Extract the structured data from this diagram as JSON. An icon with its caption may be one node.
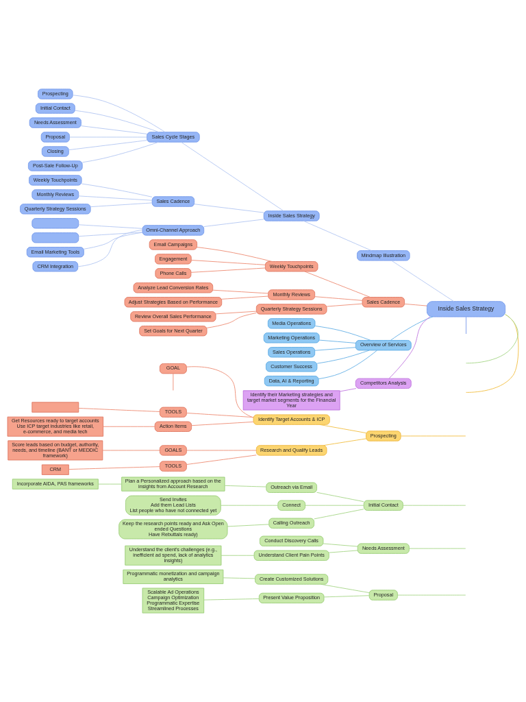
{
  "diagram": {
    "nodes": [
      {
        "text": [
          "Prospecting"
        ]
      },
      {
        "text": [
          "Initial Contact"
        ]
      },
      {
        "text": [
          "Needs Assessment"
        ]
      },
      {
        "text": [
          "Proposal"
        ]
      },
      {
        "text": [
          "Closing"
        ]
      },
      {
        "text": [
          "Post-Sale Follow-Up"
        ]
      },
      {
        "text": [
          "Sales Cycle Stages"
        ]
      },
      {
        "text": [
          "Inside Sales Strategy"
        ]
      },
      {
        "text": [
          "Mindmap Illustration"
        ]
      },
      {
        "text": [
          "Weekly Touchpoints"
        ]
      },
      {
        "text": [
          "Monthly Reviews"
        ]
      },
      {
        "text": [
          "Quarterly Strategy Sessions"
        ]
      },
      {
        "text": [
          "Sales Cadence"
        ]
      },
      {
        "text": [],
        "shape": "box"
      },
      {
        "text": [],
        "shape": "box"
      },
      {
        "text": [
          "Email Marketing Tools"
        ]
      },
      {
        "text": [
          "CRM Integration"
        ]
      },
      {
        "text": [
          "Omni-Channel Approach"
        ]
      },
      {
        "text": [
          "Email Campaigns"
        ]
      },
      {
        "text": [
          "Engagement"
        ]
      },
      {
        "text": [
          "Phone Calls"
        ]
      },
      {
        "text": [
          "Weekly Touchpoints"
        ]
      },
      {
        "text": [
          "Analyze Lead Conversion Rates"
        ]
      },
      {
        "text": [
          "Monthly Reviews"
        ]
      },
      {
        "text": [
          "Sales Cadence"
        ]
      },
      {
        "text": [
          "Adjust Strategies Based on Performance"
        ]
      },
      {
        "text": [
          "Review Overall Sales Performance"
        ]
      },
      {
        "text": [
          "Quarterly Strategy Sessions"
        ]
      },
      {
        "text": [
          "Set Goals for Next Quarter"
        ]
      },
      {
        "text": [
          "Inside Sales Strategy"
        ]
      },
      {
        "text": [
          "Media Operations"
        ]
      },
      {
        "text": [
          "Marketing Operations"
        ]
      },
      {
        "text": [
          "Sales Operations"
        ]
      },
      {
        "text": [
          "Overview of Services"
        ]
      },
      {
        "text": [
          "Customer Success"
        ]
      },
      {
        "text": [
          "Data, AI & Reporting"
        ]
      },
      {
        "text": [
          "Identify their Marketing strategies and target market segments for the Financial Year"
        ]
      },
      {
        "text": [
          "Competitors Analysis"
        ]
      },
      {
        "text": [
          "GOAL"
        ]
      },
      {
        "text": [
          "Identify Target Accounts & ICP"
        ]
      },
      {
        "text": [
          "TOOLS"
        ]
      },
      {
        "text": [],
        "shape": "box"
      },
      {
        "text": [
          "Action Items"
        ]
      },
      {
        "text": [
          "Get Resources ready to target accounts",
          "Use ICP target industries like retail, e-commerce, and media tech"
        ]
      },
      {
        "text": [
          "Prospecting"
        ]
      },
      {
        "text": [
          "Research and Qualify Leads"
        ]
      },
      {
        "text": [
          "GOALS"
        ]
      },
      {
        "text": [
          "Score leads based on budget, authority, needs, and timeline (BANT or MEDDIC framework)"
        ]
      },
      {
        "text": [
          "TOOLS"
        ]
      },
      {
        "text": [
          "CRM"
        ]
      },
      {
        "text": [
          "Outreach via Email"
        ]
      },
      {
        "text": [
          "Plan a Personalized approach based on the insights from Account Research"
        ]
      },
      {
        "text": [
          "Incorporate AIDA, PAS frameworks"
        ]
      },
      {
        "text": [
          "Initial Contact"
        ]
      },
      {
        "text": [
          "Connect"
        ]
      },
      {
        "text": [
          "Send Invites",
          "Add them Lead Lists",
          "List people who have not connected yet"
        ]
      },
      {
        "text": [
          "Calling Outreach"
        ]
      },
      {
        "text": [
          "Keep the research points ready and Ask Open ended Questions",
          "Have Rebuttals ready)"
        ]
      },
      {
        "text": [
          "Conduct Discovery Calls"
        ]
      },
      {
        "text": [
          "Needs Assessment"
        ]
      },
      {
        "text": [
          "Understand Client Pain Points"
        ]
      },
      {
        "text": [
          "Understand the client's challenges (e.g., inefficient ad spend, lack of analytics insights)"
        ]
      },
      {
        "text": [
          "Create Customized Solutions"
        ]
      },
      {
        "text": [
          "Programmatic monetization and campaign analytics"
        ]
      },
      {
        "text": [
          "Proposal"
        ]
      },
      {
        "text": [
          "Present Value Proposition"
        ]
      },
      {
        "text": [
          "Scalable Ad Operations",
          "Campaign Optimization",
          "Programmatic Expertise",
          "Streamlined Processes"
        ]
      }
    ],
    "edges": [
      {
        "from": 29,
        "to": 8,
        "arrow": "none",
        "color": "#b4c8f2"
      },
      {
        "from": 8,
        "to": 7,
        "arrow": "none",
        "color": "#b4c8f2"
      },
      {
        "from": 7,
        "to": 6,
        "arrow": "none",
        "color": "#b4c8f2"
      },
      {
        "from": 7,
        "to": 12,
        "arrow": "none",
        "color": "#b4c8f2"
      },
      {
        "from": 7,
        "to": 17,
        "arrow": "none",
        "color": "#b4c8f2"
      },
      {
        "from": 6,
        "to": 0,
        "arrow": "none",
        "color": "#b4c8f2"
      },
      {
        "from": 6,
        "to": 1,
        "arrow": "none",
        "color": "#b4c8f2"
      },
      {
        "from": 6,
        "to": 2,
        "arrow": "none",
        "color": "#b4c8f2"
      },
      {
        "from": 6,
        "to": 3,
        "arrow": "none",
        "color": "#b4c8f2"
      },
      {
        "from": 6,
        "to": 4,
        "arrow": "none",
        "color": "#b4c8f2"
      },
      {
        "from": 6,
        "to": 5,
        "arrow": "none",
        "color": "#b4c8f2"
      },
      {
        "from": 12,
        "to": 9,
        "arrow": "none",
        "color": "#b4c8f2"
      },
      {
        "from": 12,
        "to": 10,
        "arrow": "none",
        "color": "#b4c8f2"
      },
      {
        "from": 12,
        "to": 11,
        "arrow": "none",
        "color": "#b4c8f2"
      },
      {
        "from": 17,
        "to": 13,
        "arrow": "none",
        "color": "#b4c8f2"
      },
      {
        "from": 17,
        "to": 14,
        "arrow": "none",
        "color": "#b4c8f2"
      },
      {
        "from": 17,
        "to": 15,
        "arrow": "none",
        "color": "#b4c8f2"
      },
      {
        "from": 17,
        "to": 16,
        "arrow": "none",
        "color": "#b4c8f2"
      },
      {
        "from": 29,
        "to": 24,
        "arrow": "none"
      },
      {
        "from": 24,
        "to": 21,
        "arrow": "none"
      },
      {
        "from": 24,
        "to": 23,
        "arrow": "none"
      },
      {
        "from": 24,
        "to": 27,
        "arrow": "none"
      },
      {
        "from": 21,
        "to": 18,
        "arrow": "none"
      },
      {
        "from": 21,
        "to": 19,
        "arrow": "none"
      },
      {
        "from": 21,
        "to": 20,
        "arrow": "none"
      },
      {
        "from": 23,
        "to": 22,
        "arrow": "none"
      },
      {
        "from": 23,
        "to": 25,
        "arrow": "none"
      },
      {
        "from": 27,
        "to": 26,
        "arrow": "none"
      },
      {
        "from": 27,
        "to": 28,
        "arrow": "none"
      },
      {
        "from": 29,
        "to": 33,
        "arrow": "none",
        "color": "#6ab2e6"
      },
      {
        "from": 33,
        "to": 30,
        "arrow": "none",
        "color": "#6ab2e6"
      },
      {
        "from": 33,
        "to": 31,
        "arrow": "none",
        "color": "#6ab2e6"
      },
      {
        "from": 33,
        "to": 32,
        "arrow": "none",
        "color": "#6ab2e6"
      },
      {
        "from": 33,
        "to": 34,
        "arrow": "none",
        "color": "#6ab2e6"
      },
      {
        "from": 33,
        "to": 35,
        "arrow": "none",
        "color": "#6ab2e6"
      },
      {
        "from": 29,
        "to": 37,
        "arrow": "none",
        "color": "#c27ce0"
      },
      {
        "from": 37,
        "to": 36,
        "arrow": "none",
        "color": "#c27ce0"
      },
      {
        "from": 29,
        "to": null,
        "arrow": "none",
        "color": "#f2c046"
      },
      {
        "from": 29,
        "to": null,
        "arrow": "none",
        "color": "#a8d68a"
      },
      {
        "from": 29,
        "to": null,
        "arrow": "none",
        "color": "#7f9fec"
      },
      {
        "from": null,
        "to": 44,
        "arrow": "none",
        "color": "#f2c046"
      },
      {
        "from": 44,
        "to": 39,
        "arrow": "none",
        "color": "#f2c046"
      },
      {
        "from": 44,
        "to": 45,
        "arrow": "none",
        "color": "#f2c046"
      },
      {
        "from": 39,
        "to": 38,
        "arrow": "none"
      },
      {
        "from": 39,
        "to": 40,
        "arrow": "none"
      },
      {
        "from": 39,
        "to": 42,
        "arrow": "none"
      },
      {
        "from": 38,
        "to": null,
        "arrow": "none"
      },
      {
        "from": 40,
        "to": 41,
        "arrow": "none"
      },
      {
        "from": 42,
        "to": 43,
        "arrow": "none"
      },
      {
        "from": 45,
        "to": 46,
        "arrow": "none"
      },
      {
        "from": 45,
        "to": 48,
        "arrow": "none"
      },
      {
        "from": 46,
        "to": 47,
        "arrow": "none"
      },
      {
        "from": 48,
        "to": 49,
        "arrow": "none"
      },
      {
        "from": null,
        "to": 53,
        "arrow": "none",
        "color": "#a8d68a"
      },
      {
        "from": null,
        "to": 59,
        "arrow": "none",
        "color": "#a8d68a"
      },
      {
        "from": null,
        "to": 64,
        "arrow": "none",
        "color": "#a8d68a"
      },
      {
        "from": 53,
        "to": 50,
        "arrow": "none",
        "color": "#a8d68a"
      },
      {
        "from": 53,
        "to": 54,
        "arrow": "none",
        "color": "#a8d68a"
      },
      {
        "from": 53,
        "to": 56,
        "arrow": "none",
        "color": "#a8d68a"
      },
      {
        "from": 50,
        "to": 51,
        "arrow": "none",
        "color": "#a8d68a"
      },
      {
        "from": 51,
        "to": 52,
        "arrow": "none",
        "color": "#a8d68a"
      },
      {
        "from": 54,
        "to": 55,
        "arrow": "none",
        "color": "#a8d68a"
      },
      {
        "from": 56,
        "to": 57,
        "arrow": "none",
        "color": "#a8d68a"
      },
      {
        "from": 59,
        "to": 58,
        "arrow": "none",
        "color": "#a8d68a"
      },
      {
        "from": 59,
        "to": 60,
        "arrow": "none",
        "color": "#a8d68a"
      },
      {
        "from": 60,
        "to": 61,
        "arrow": "none",
        "color": "#a8d68a"
      },
      {
        "from": 64,
        "to": 62,
        "arrow": "none",
        "color": "#a8d68a"
      },
      {
        "from": 64,
        "to": 65,
        "arrow": "none",
        "color": "#a8d68a"
      },
      {
        "from": 62,
        "to": 63,
        "arrow": "none",
        "color": "#a8d68a"
      },
      {
        "from": 65,
        "to": 66,
        "arrow": "none",
        "color": "#a8d68a"
      }
    ]
  }
}
